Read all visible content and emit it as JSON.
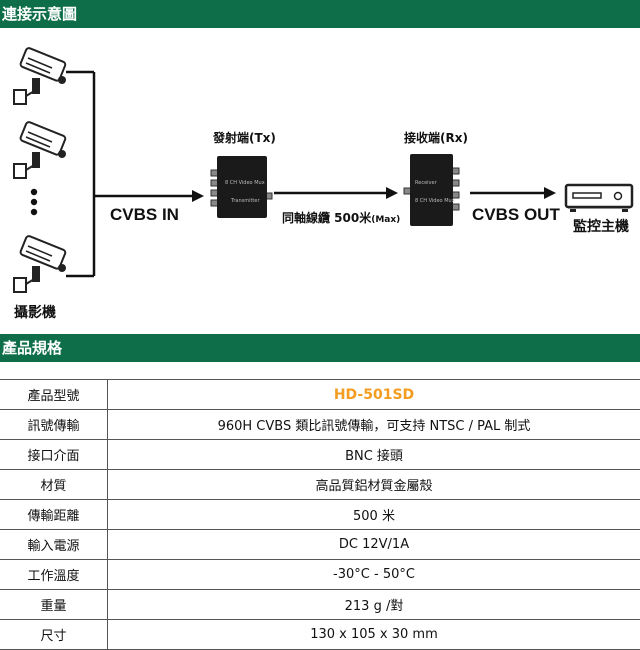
{
  "sections": {
    "diagram_title": "連接示意圖",
    "spec_title": "產品規格"
  },
  "diagram": {
    "camera_label": "攝影機",
    "cvbs_in": "CVBS IN",
    "tx_label": "發射端(Tx)",
    "tx_tag": "8 CH Video Mux",
    "tx_tag2": "Transmitter",
    "cable_label": "同軸線纜 500米",
    "cable_max": "(Max)",
    "rx_label": "接收端(Rx)",
    "rx_tag": "Receiver",
    "rx_tag2": "8 CH Video Mux",
    "cvbs_out": "CVBS OUT",
    "dvr_label": "監控主機"
  },
  "specs": [
    {
      "k": "產品型號",
      "v": "HD-501SD"
    },
    {
      "k": "訊號傳輸",
      "v": "960H CVBS  類比訊號傳輸，可支持  NTSC / PAL  制式"
    },
    {
      "k": "接口介面",
      "v": "BNC  接頭"
    },
    {
      "k": "材質",
      "v": "高品質鋁材質金屬殼"
    },
    {
      "k": "傳輸距離",
      "v": "500 米"
    },
    {
      "k": "輸入電源",
      "v": "DC 12V/1A"
    },
    {
      "k": "工作溫度",
      "v": "-30°C - 50°C"
    },
    {
      "k": "重量",
      "v": "213 g /對"
    },
    {
      "k": "尺寸",
      "v": "130 x 105 x 30 mm"
    }
  ],
  "colors": {
    "header_bg": "#0e6e4a",
    "model_text": "#f39c1f"
  }
}
